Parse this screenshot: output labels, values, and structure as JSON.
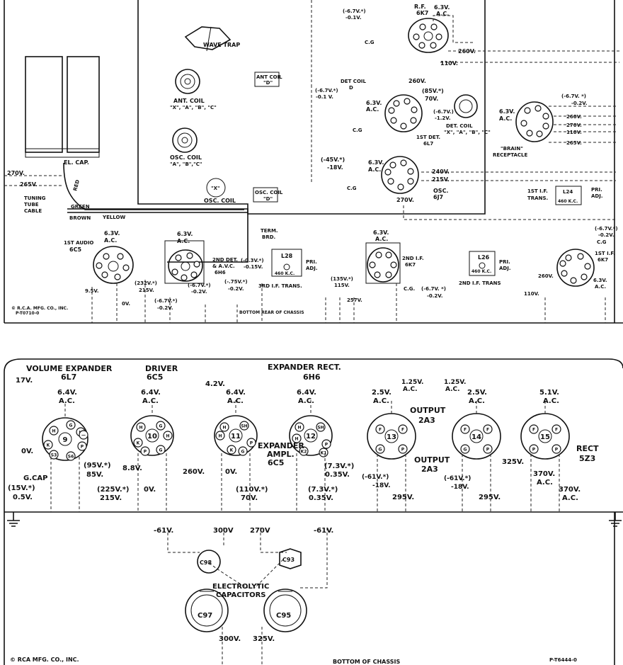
{
  "top": {
    "wave_trap": "WAVE TRAP",
    "ant_coil_box": [
      "ANT COIL",
      "\"D\""
    ],
    "ant_coil_round": [
      "ANT. COIL",
      "\"X\", \"A\", \"B\", \"C\""
    ],
    "osc_coil_round": [
      "OSC. COIL",
      "\"A\", \"B\",\"C\""
    ],
    "x_coil_pin": "\"X\"",
    "x_coil_label": "OSC. COIL",
    "osc_coil_box": [
      "OSC. COIL",
      "\"D\""
    ],
    "el_cap": "EL. CAP.",
    "v270": "270V.",
    "v265": "265V.",
    "tuning_tube": [
      "TUNING",
      "TUBE",
      "CABLE"
    ],
    "wire_red": "RED",
    "wire_green": "GREEN",
    "wire_brown": "BROWN",
    "wire_yellow": "YELLOW",
    "rf": {
      "name": [
        "R.F.",
        "6K7"
      ],
      "ac": [
        "6.3V.",
        "A.C."
      ],
      "neg": [
        "(-6.7V.*)",
        "-0.1V."
      ],
      "cg": "C.G",
      "v260": "260V.",
      "v110": "110V."
    },
    "det": {
      "box": [
        "DET COIL",
        "D"
      ],
      "neg": [
        "(-6.7V.*)",
        "-0.1 V."
      ],
      "ac": [
        "6.3V.",
        "A.C."
      ],
      "v260": "260V.",
      "v85": [
        "(85V.*)",
        "70V."
      ],
      "neg2": [
        "(-6.7V.)",
        "-1.2V."
      ],
      "name": [
        "1ST DET.",
        "6L7"
      ],
      "coil": [
        "DET. COIL",
        "\"X\", \"A\", \"B\", \"C\""
      ],
      "cg": "C.G"
    },
    "osc": {
      "neg": [
        "(-45V.*)",
        "-18V."
      ],
      "ac": [
        "6.3V.",
        "A.C."
      ],
      "v240": "240V.",
      "v215": "215V.",
      "name": [
        "OSC.",
        "6J7"
      ],
      "cg": "C.G",
      "v270": "270V."
    },
    "brain": {
      "ac": [
        "6.3V.",
        "A.C."
      ],
      "name": [
        "\"BRAIN\"",
        "RECEPTACLE"
      ],
      "v": [
        "(-6.7V. *)",
        "-0.2V.",
        "260V.",
        "270V.",
        "110V.",
        "265V."
      ]
    },
    "if1_trans": {
      "name": [
        "1ST I.F.",
        "TRANS."
      ],
      "box": "L24",
      "freq": "460 K.C.",
      "adj": [
        "PRI.",
        "ADJ."
      ]
    },
    "audio1": {
      "name": [
        "1ST AUDIO",
        "6C5"
      ],
      "ac": [
        "6.3V.",
        "A.C."
      ],
      "v232": [
        "(232V.*)",
        "215V."
      ],
      "v95": "9.5V.",
      "v0": "0V."
    },
    "det2": {
      "ac": [
        "6.3V.",
        "A.C."
      ],
      "name": [
        "2ND DET.",
        "& A.V.C.",
        "6H6"
      ],
      "neg": [
        "(-6.7V.*)",
        "-0.2V."
      ],
      "neg2": [
        "(-6.7V.*)",
        "-0.2V."
      ],
      "neg3": [
        "(-.75V.*)",
        "-0.2V."
      ]
    },
    "term": [
      "TERM.",
      "BRD."
    ],
    "if3": {
      "neg": [
        "(-0.3V.*)",
        "-0.15V."
      ],
      "box": "L28",
      "freq": "460 K.C.",
      "adj": [
        "PRI.",
        "ADJ."
      ],
      "name": "3RD I.F. TRANS."
    },
    "if2tube": {
      "ac": [
        "6.3V.",
        "A.C."
      ],
      "name": [
        "2ND I.F.",
        "6K7"
      ],
      "v135": [
        "(135V.*)",
        "115V."
      ],
      "v257": "257V.",
      "cg": "C.G.",
      "neg": [
        "(-6.7V. *)",
        "-0.2V."
      ]
    },
    "if2trans": {
      "box": "L26",
      "freq": "460 K.C.",
      "adj": [
        "PRI.",
        "ADJ."
      ],
      "name": "2ND I.F. TRANS"
    },
    "if1tube": {
      "neg": [
        "(-6.7V.*)",
        "-0.2V."
      ],
      "cg": "C.G",
      "name": [
        "1ST I.F.",
        "6K7"
      ],
      "v260": "260V.",
      "v110": "110V.",
      "ac": [
        "6.3V.",
        "A.C."
      ]
    },
    "copy": [
      "© R.C.A. MFG. CO., INC.",
      "P-T0710-0"
    ],
    "bottom_rear": "BOTTOM REAR OF CHASSIS"
  },
  "bottom": {
    "tubes": [
      {
        "num": "9",
        "name": [
          "VOLUME EXPANDER",
          "6L7"
        ],
        "ac": [
          "6.4V.",
          "A.C."
        ],
        "pins": [
          "H",
          "G",
          "H",
          "K",
          "S3",
          "S6",
          "P",
          "—"
        ]
      },
      {
        "num": "10",
        "name": [
          "DRIVER",
          "6C5"
        ],
        "ac": [
          "6.4V.",
          "A.C."
        ],
        "pins": [
          "H",
          "G",
          "H",
          "K",
          "P",
          "G"
        ]
      },
      {
        "num": "11",
        "name": [
          "EXPANDER",
          "AMPL.",
          "6C5"
        ],
        "ac": [
          "6.4V.",
          "A.C."
        ],
        "pins": [
          "H",
          "SH",
          "H",
          "K",
          "P",
          "G"
        ]
      },
      {
        "num": "12",
        "name": [
          "EXPANDER RECT.",
          "6H6"
        ],
        "ac": [
          "6.4V.",
          "A.C."
        ],
        "pins": [
          "H",
          "SH",
          "H",
          "K2",
          "P",
          "K1"
        ]
      },
      {
        "num": "13",
        "name": [
          "OUTPUT",
          "2A3"
        ],
        "ac": [
          "2.5V.",
          "A.C."
        ],
        "pins": [
          "F",
          "F",
          "G",
          "P"
        ]
      },
      {
        "num": "14",
        "name": [
          "OUTPUT",
          "2A3"
        ],
        "ac": [
          "2.5V.",
          "A.C."
        ],
        "pins": [
          "F",
          "F",
          "G",
          "P"
        ]
      },
      {
        "num": "15",
        "name": [
          "RECT",
          "5Z3"
        ],
        "ac": [
          "5.1V.",
          "A.C."
        ],
        "pins": [
          "F",
          "F",
          "P",
          "P"
        ]
      }
    ],
    "v17": "17V.",
    "v0a": "0V.",
    "gcap": "G.CAP",
    "v95": [
      "(95V.*)",
      "85V."
    ],
    "v15": [
      "(15V.*)",
      "0.5V."
    ],
    "v88": "8.8V.",
    "v225": [
      "(225V.*)",
      "215V."
    ],
    "v0b": "0V.",
    "v260": "260V.",
    "v42": "4.2V.",
    "v0c": "0V.",
    "v110": [
      "(110V.*)",
      "70V."
    ],
    "v73a": [
      "(7.3V.*)",
      "0.35V."
    ],
    "v73b": [
      "(7.3V.*)",
      "0.35V."
    ],
    "v125a": [
      "1.25V.",
      "A.C."
    ],
    "v125b": [
      "1.25V.",
      "A.C."
    ],
    "v61a": [
      "(-61V.*)",
      "-18V."
    ],
    "v295a": "295V.",
    "v61b": [
      "(-61V.*)",
      "-18V."
    ],
    "v295b": "295V.",
    "v325": "325V.",
    "v370a": [
      "370V.",
      "A.C."
    ],
    "v370b": [
      "370V.",
      "A.C."
    ],
    "caps": {
      "title": [
        "ELECTROLYTIC",
        "CAPACITORS"
      ],
      "c98": "C98",
      "c93": "C93",
      "c97": "C97",
      "c95": "C95"
    },
    "bus": [
      "-61V.",
      "300V",
      "270V",
      "-61V."
    ],
    "v300": "300V.",
    "v325b": "325V.",
    "copy": "© RCA MFG. CO., INC.",
    "label": "BOTTOM OF CHASSIS",
    "part": "P-T6444-0"
  }
}
